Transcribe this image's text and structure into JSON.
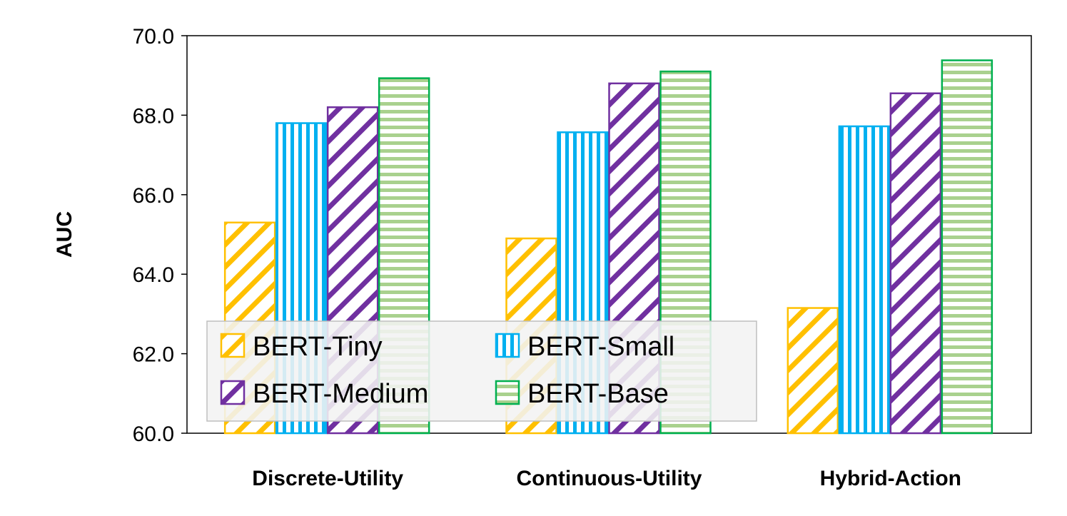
{
  "chart_data": {
    "type": "bar",
    "title": "",
    "xlabel": "",
    "ylabel": "AUC",
    "ylim": [
      60.0,
      70.0
    ],
    "yticks": [
      "60.0",
      "62.0",
      "64.0",
      "66.0",
      "68.0",
      "70.0"
    ],
    "grid": false,
    "legend_position": "bottom-left",
    "categories": [
      "Discrete-Utility",
      "Continuous-Utility",
      "Hybrid-Action"
    ],
    "series": [
      {
        "name": "BERT-Tiny",
        "values": [
          65.3,
          64.9,
          63.15
        ],
        "color": "#FFC000",
        "pattern": "diagonal-stripes"
      },
      {
        "name": "BERT-Small",
        "values": [
          67.8,
          67.57,
          67.72
        ],
        "color": "#00B0F0",
        "pattern": "vertical-stripes"
      },
      {
        "name": "BERT-Medium",
        "values": [
          68.2,
          68.8,
          68.55
        ],
        "color": "#7030A0",
        "pattern": "diagonal-stripes"
      },
      {
        "name": "BERT-Base",
        "values": [
          68.93,
          69.1,
          69.38
        ],
        "color": "#00B050",
        "pattern": "horizontal-stripes"
      }
    ]
  }
}
